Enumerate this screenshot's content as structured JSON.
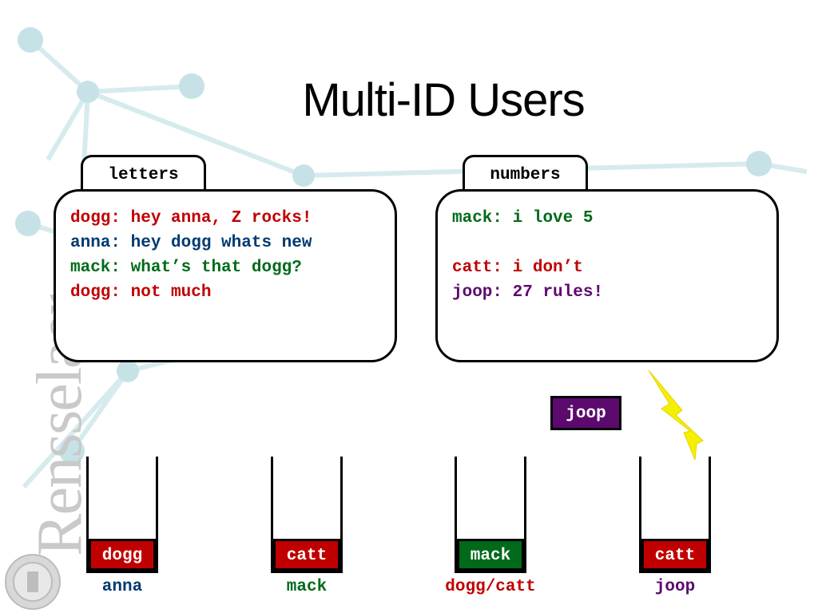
{
  "slide": {
    "title": "Multi-ID Users",
    "brand_name": "Rensselaer"
  },
  "rooms": [
    {
      "name": "letters",
      "messages": [
        {
          "user": "dogg",
          "text": "hey anna, Z rocks!"
        },
        {
          "user": "anna",
          "text": "hey dogg whats new"
        },
        {
          "user": "mack",
          "text": "what’s that dogg?"
        },
        {
          "user": "dogg",
          "text": "not much"
        }
      ]
    },
    {
      "name": "numbers",
      "messages": [
        {
          "user": "mack",
          "text": "i love 5"
        },
        {
          "user": "",
          "text": ""
        },
        {
          "user": "catt",
          "text": "i don’t"
        },
        {
          "user": "joop",
          "text": "27 rules!"
        }
      ]
    }
  ],
  "incoming_id": "joop",
  "bins": [
    {
      "id_label": "dogg",
      "owner": "anna"
    },
    {
      "id_label": "catt",
      "owner": "mack"
    },
    {
      "id_label": "mack",
      "owner": "dogg/catt"
    },
    {
      "id_label": "catt",
      "owner": "joop"
    }
  ],
  "colors": {
    "dogg": "#c00000",
    "catt": "#c00000",
    "mack": "#006a1a",
    "anna": "#003a70",
    "joop": "#5c0a6e",
    "lightning": "#f5f000",
    "background_network": "#cfe6ea"
  },
  "icons": {
    "lightning": "lightning-bolt-icon",
    "seal": "institute-seal-icon"
  }
}
